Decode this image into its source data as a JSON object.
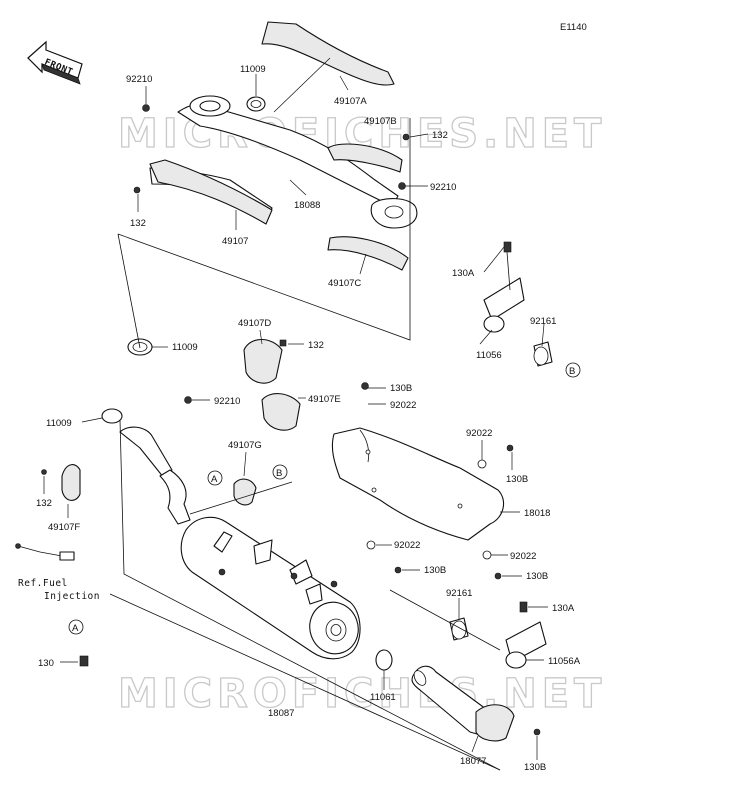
{
  "diagram_code": "E1140",
  "front_arrow_label": "FRONT",
  "watermark": "MICROFICHES.NET",
  "ref_note": [
    "Ref.Fuel",
    "Injection"
  ],
  "callouts": {
    "a": "A",
    "b": "B"
  },
  "labels": {
    "p92210_top": "92210",
    "p11009_top": "11009",
    "p49107A": "49107A",
    "p49107B": "49107B",
    "p132_b": "132",
    "p92210_mid": "92210",
    "p18088": "18088",
    "p132_left": "132",
    "p49107": "49107",
    "p49107C": "49107C",
    "p130A_top": "130A",
    "p92161_top": "92161",
    "p11056": "11056",
    "p11009_mid": "11009",
    "p49107D": "49107D",
    "p132_d": "132",
    "p130B_1": "130B",
    "p92022_1": "92022",
    "p92210_low": "92210",
    "p49107E": "49107E",
    "p11009_left": "11009",
    "p49107G": "49107G",
    "p92022_2": "92022",
    "p130B_2": "130B",
    "p132_f": "132",
    "p49107F": "49107F",
    "p18018": "18018",
    "p92022_3": "92022",
    "p92022_4": "92022",
    "p130B_3": "130B",
    "p130B_4": "130B",
    "p92161_low": "92161",
    "p130A_low": "130A",
    "p11056A": "11056A",
    "p130": "130",
    "p11061": "11061",
    "p18087": "18087",
    "p18077": "18077",
    "p130B_5": "130B"
  }
}
